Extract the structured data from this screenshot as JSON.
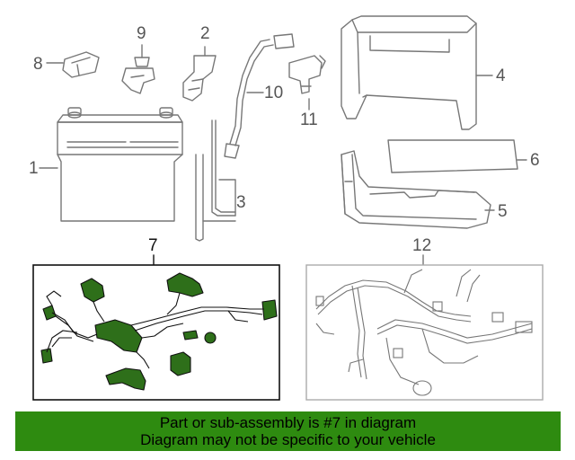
{
  "callouts": {
    "c1": "1",
    "c2": "2",
    "c3": "3",
    "c4": "4",
    "c5": "5",
    "c6": "6",
    "c7": "7",
    "c8": "8",
    "c9": "9",
    "c10": "10",
    "c11": "11",
    "c12": "12"
  },
  "banner": {
    "line1": "Part or sub-assembly is #7 in diagram",
    "line2": "Diagram may not be specific to your vehicle"
  },
  "colors": {
    "line_art": "#777777",
    "highlight_fill": "#2e6f1a",
    "banner_background": "#2e8b10"
  }
}
